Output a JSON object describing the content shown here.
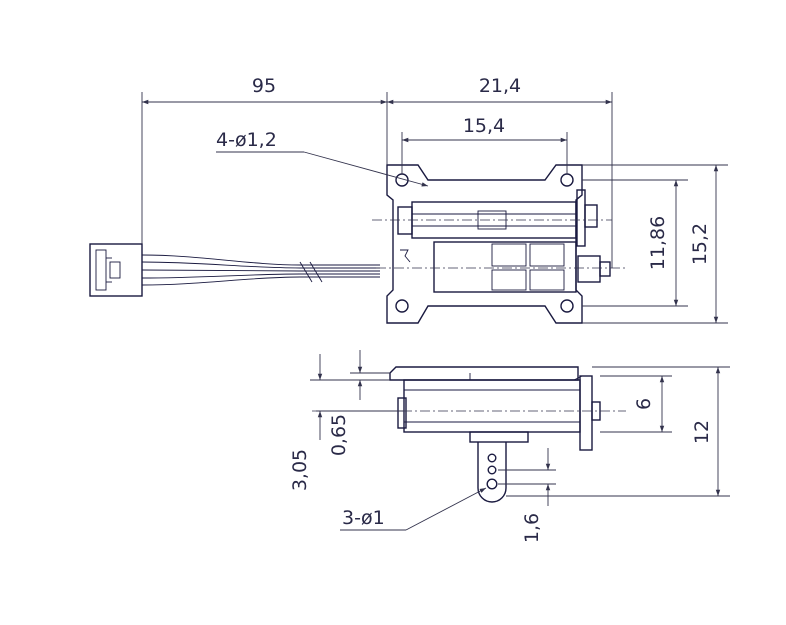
{
  "colors": {
    "line": "#1a1a40",
    "text": "#2a2a48",
    "background": "#ffffff"
  },
  "dimensions": {
    "cable_length": "95",
    "overall_width": "21,4",
    "hole_spacing": "15,4",
    "mount_holes": "4-ø1,2",
    "height_inner": "11,86",
    "height_outer": "15,2",
    "side_height": "6",
    "side_total": "12",
    "offset_a": "3,05",
    "offset_b": "0,65",
    "horn_holes": "3-ø1",
    "horn_spacing": "1,6"
  }
}
